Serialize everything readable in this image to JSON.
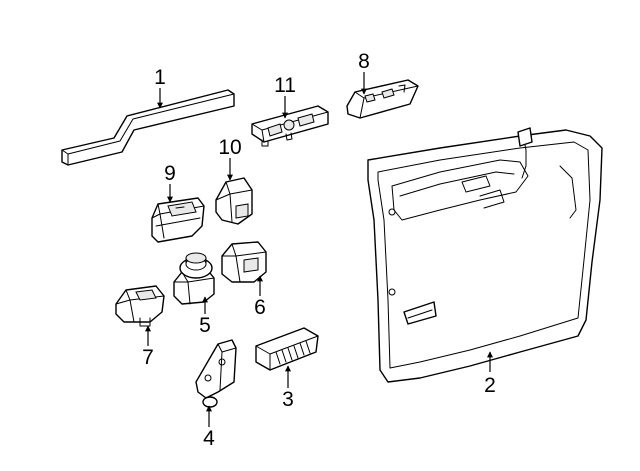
{
  "diagram": {
    "callouts": {
      "c1": "1",
      "c2": "2",
      "c3": "3",
      "c4": "4",
      "c5": "5",
      "c6": "6",
      "c7": "7",
      "c8": "8",
      "c9": "9",
      "c10": "10",
      "c11": "11"
    },
    "line_color": "#000000",
    "background": "#ffffff"
  }
}
